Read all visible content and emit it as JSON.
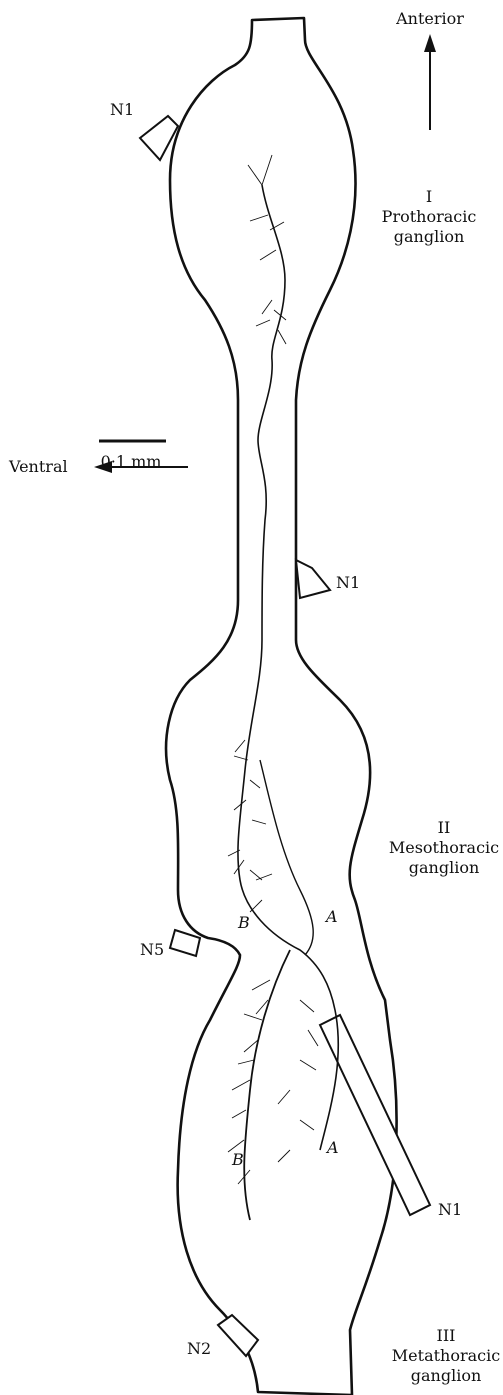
{
  "labels": {
    "anterior": "Anterior",
    "ventral": "Ventral",
    "scale_bar": "0·1 mm",
    "ganglion_1_numeral": "I",
    "ganglion_1_line1": "Prothoracic",
    "ganglion_1_line2": "ganglion",
    "ganglion_2_numeral": "II",
    "ganglion_2_line1": "Mesothoracic",
    "ganglion_2_line2": "ganglion",
    "ganglion_3_numeral": "III",
    "ganglion_3_line1": "Metathoracic",
    "ganglion_3_line2": "ganglion",
    "nerve_n1_pro": "N1",
    "nerve_n1_meso": "N1",
    "nerve_n1_meta": "N1",
    "nerve_n5": "N5",
    "nerve_n2": "N2",
    "branch_a_meso": "A",
    "branch_b_meso": "B",
    "branch_a_meta": "A",
    "branch_b_meta": "B"
  },
  "colors": {
    "ink": "#111111",
    "background": "#ffffff"
  }
}
